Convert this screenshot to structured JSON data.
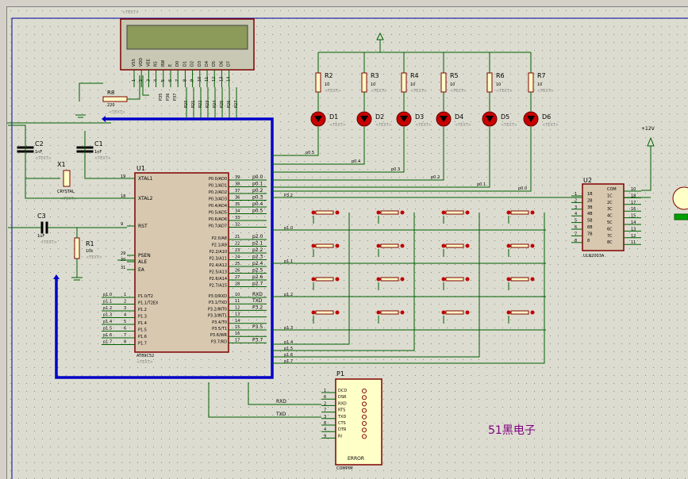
{
  "components": {
    "lcd": {
      "label": "<TEXT>",
      "pins": [
        "VSS",
        "VDD",
        "VEE",
        "RS",
        "RW",
        "E",
        "D0",
        "D1",
        "D2",
        "D3",
        "D4",
        "D5",
        "D6",
        "D7"
      ]
    },
    "r8": {
      "name": "R8",
      "value": "220",
      "text": "<TEXT>"
    },
    "c2": {
      "name": "C2",
      "value": "1nF",
      "text": "<TEXT>"
    },
    "c1": {
      "name": "C1",
      "value": "1nF",
      "text": "<TEXT>"
    },
    "x1": {
      "name": "X1",
      "value": "CRYSTAL",
      "text": "<TEXT>"
    },
    "c3": {
      "name": "C3",
      "value": "1uF",
      "text": "<TEXT>"
    },
    "r1": {
      "name": "R1",
      "value": "10k",
      "text": "<TEXT>"
    },
    "u1": {
      "name": "U1",
      "part": "AT89C52",
      "text": "<TEXT>"
    },
    "u2": {
      "name": "U2",
      "part": "ULN2003A",
      "text": "<TEXT>"
    },
    "p1": {
      "name": "P1",
      "part": "COMPIM",
      "error": "ERROR"
    },
    "supply": "+12V",
    "resistors": [
      {
        "name": "R2",
        "value": "10"
      },
      {
        "name": "R3",
        "value": "10"
      },
      {
        "name": "R4",
        "value": "10"
      },
      {
        "name": "R5",
        "value": "10"
      },
      {
        "name": "R6",
        "value": "10"
      },
      {
        "name": "R7",
        "value": "10"
      }
    ],
    "leds": [
      "D1",
      "D2",
      "D3",
      "D4",
      "D5",
      "D6"
    ]
  },
  "u1_left_pins": [
    {
      "num": "19",
      "name": "XTAL1"
    },
    {
      "num": "18",
      "name": "XTAL2"
    },
    {
      "num": "9",
      "name": "RST"
    },
    {
      "num": "29",
      "name": "PSEN"
    },
    {
      "num": "30",
      "name": "ALE"
    },
    {
      "num": "31",
      "name": "EA"
    }
  ],
  "u1_p1_pins": [
    {
      "num": "1",
      "name": "P1.0/T2",
      "net": "p1.0"
    },
    {
      "num": "2",
      "name": "P1.1/T2EX",
      "net": "p1.1"
    },
    {
      "num": "3",
      "name": "P1.2",
      "net": "p1.2"
    },
    {
      "num": "4",
      "name": "P1.3",
      "net": "p1.3"
    },
    {
      "num": "5",
      "name": "P1.4",
      "net": "p1.4"
    },
    {
      "num": "6",
      "name": "P1.5",
      "net": "p1.5"
    },
    {
      "num": "7",
      "name": "P1.6",
      "net": "p1.6"
    },
    {
      "num": "8",
      "name": "P1.7",
      "net": "p1.7"
    }
  ],
  "u1_p0_pins": [
    {
      "num": "39",
      "name": "P0.0/AD0",
      "net": "p0.0"
    },
    {
      "num": "38",
      "name": "P0.1/AD1",
      "net": "p0.1"
    },
    {
      "num": "37",
      "name": "P0.2/AD2",
      "net": "p0.2"
    },
    {
      "num": "36",
      "name": "P0.3/AD3",
      "net": "p0.3"
    },
    {
      "num": "35",
      "name": "P0.4/AD4",
      "net": "p0.4"
    },
    {
      "num": "34",
      "name": "P0.5/AD5",
      "net": "p0.5"
    },
    {
      "num": "33",
      "name": "P0.6/AD6",
      "net": ""
    },
    {
      "num": "32",
      "name": "P0.7/AD7",
      "net": ""
    }
  ],
  "u1_p2_pins": [
    {
      "num": "21",
      "name": "P2.0/A8",
      "net": "p2.0"
    },
    {
      "num": "22",
      "name": "P2.1/A9",
      "net": "p2.1"
    },
    {
      "num": "23",
      "name": "P2.2/A10",
      "net": "p2.2"
    },
    {
      "num": "24",
      "name": "P2.3/A11",
      "net": "p2.3"
    },
    {
      "num": "25",
      "name": "P2.4/A12",
      "net": "p2.4"
    },
    {
      "num": "26",
      "name": "P2.5/A13",
      "net": "p2.5"
    },
    {
      "num": "27",
      "name": "P2.6/A14",
      "net": "p2.6"
    },
    {
      "num": "28",
      "name": "P2.7/A15",
      "net": "p2.7"
    }
  ],
  "u1_p3_pins": [
    {
      "num": "10",
      "name": "P3.0/RXD",
      "net": "RXD"
    },
    {
      "num": "11",
      "name": "P3.1/TXD",
      "net": "TXD"
    },
    {
      "num": "12",
      "name": "P3.2/INT0",
      "net": "P3.2"
    },
    {
      "num": "13",
      "name": "P3.3/INT1",
      "net": ""
    },
    {
      "num": "14",
      "name": "P3.4/T0",
      "net": ""
    },
    {
      "num": "15",
      "name": "P3.5/T1",
      "net": "P3.5"
    },
    {
      "num": "16",
      "name": "P3.6/WR",
      "net": ""
    },
    {
      "num": "17",
      "name": "P3.7/RD",
      "net": "P3.7"
    }
  ],
  "lcd_top_pins": [
    "1",
    "2",
    "3",
    "4",
    "5",
    "6",
    "7",
    "8",
    "9",
    "10",
    "11",
    "12",
    "13",
    "14"
  ],
  "lcd_nets": [
    "P20",
    "P21",
    "P22",
    "P23",
    "P24",
    "P25",
    "P26",
    "P27"
  ],
  "lcd_ctrl_nets": [
    "P35",
    "P36",
    "P37"
  ],
  "p0_bus_labels": [
    "p0.5",
    "p0.4",
    "p0.3",
    "p0.2",
    "p0.1",
    "p0.0"
  ],
  "keypad": {
    "row_labels": [
      "p1.0",
      "p1.1",
      "p1.2",
      "p1.3"
    ],
    "col_labels": [
      "p1.4",
      "p1.5",
      "p1.6",
      "p1.7"
    ],
    "extra_label": "P3.2"
  },
  "u2_left": [
    {
      "num": "1",
      "name": "1B"
    },
    {
      "num": "2",
      "name": "2B"
    },
    {
      "num": "3",
      "name": "3B"
    },
    {
      "num": "4",
      "name": "4B"
    },
    {
      "num": "5",
      "name": "5B"
    },
    {
      "num": "6",
      "name": "6B"
    },
    {
      "num": "7",
      "name": "7B"
    },
    {
      "num": "8",
      "name": "8"
    }
  ],
  "u2_right": [
    {
      "num": "10",
      "name": "COM"
    },
    {
      "num": "18",
      "name": "1C"
    },
    {
      "num": "17",
      "name": "2C"
    },
    {
      "num": "16",
      "name": "3C"
    },
    {
      "num": "15",
      "name": "4C"
    },
    {
      "num": "14",
      "name": "5C"
    },
    {
      "num": "13",
      "name": "6C"
    },
    {
      "num": "12",
      "name": "7C"
    },
    {
      "num": "11",
      "name": "8C"
    }
  ],
  "p1_pins": [
    {
      "num": "1",
      "name": "DCD"
    },
    {
      "num": "6",
      "name": "DSR"
    },
    {
      "num": "2",
      "name": "RXD"
    },
    {
      "num": "7",
      "name": "RTS"
    },
    {
      "num": "3",
      "name": "TXD"
    },
    {
      "num": "8",
      "name": "CTS"
    },
    {
      "num": "4",
      "name": "DTR"
    },
    {
      "num": "9",
      "name": "RI"
    }
  ],
  "serial_nets": [
    "RXD",
    "TXD"
  ],
  "watermark": "51黑电子",
  "colors": {
    "background": "#dcdcd0",
    "wire": "#006000",
    "bus": "#0000c8",
    "component": "#800000",
    "component_fill": "#ffffc8",
    "pin_red": "#c00000",
    "watermark": "#800080",
    "lcd_screen": "#8c9a5a"
  }
}
